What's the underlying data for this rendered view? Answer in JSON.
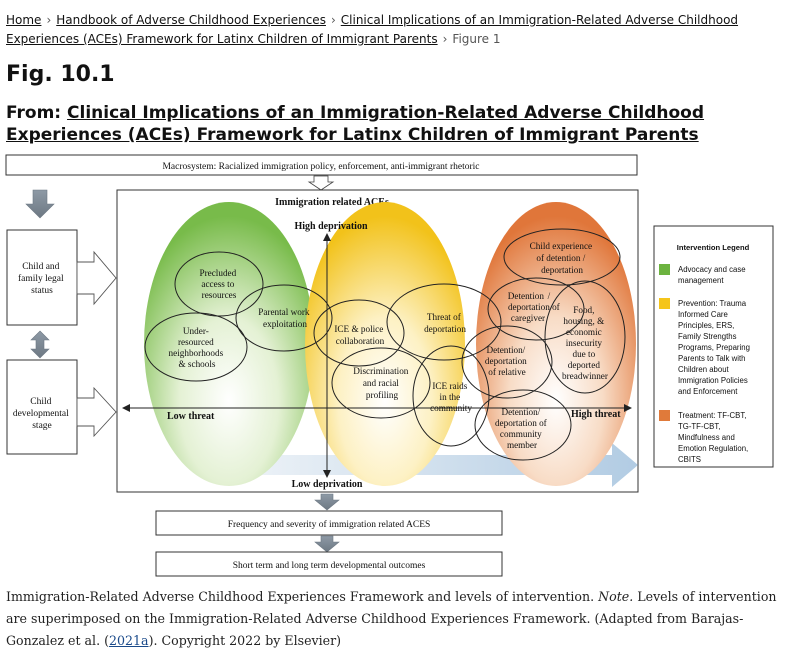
{
  "breadcrumb": {
    "home": "Home",
    "book": "Handbook of Adverse Childhood Experiences",
    "chapter": "Clinical Implications of an Immigration-Related Adverse Childhood Experiences (ACEs) Framework for Latinx Children of Immigrant Parents",
    "current": "Figure 1"
  },
  "figure": {
    "label": "Fig. 10.1",
    "from_prefix": "From:",
    "from_title": "Clinical Implications of an Immigration-Related Adverse Childhood Experiences (ACEs) Framework for Latinx Children of Immigrant Parents"
  },
  "diagram": {
    "macrosystem": "Macrosystem: Racialized immigration policy, enforcement, anti-immigrant rhetoric",
    "main_title": "Immigration related ACEs",
    "high_deprivation": "High deprivation",
    "low_deprivation": "Low deprivation",
    "low_threat": "Low threat",
    "high_threat": "High threat",
    "legal_status": [
      "Child and",
      "family legal",
      "status"
    ],
    "dev_stage": [
      "Child",
      "developmental",
      "stage"
    ],
    "frequency": "Frequency and severity of immigration related ACES",
    "outcomes": "Short term and long term developmental outcomes",
    "bubbles": {
      "precluded": [
        "Precluded",
        "access to",
        "resources"
      ],
      "under_resourced": [
        "Under-",
        "resourced",
        "neighborhoods",
        "& schools"
      ],
      "parental_work": [
        "Parental work",
        "exploitation"
      ],
      "ice_police": [
        "ICE & police",
        "collaboration"
      ],
      "discrimination": [
        "Discrimination",
        "and racial",
        "profiling"
      ],
      "threat_deportation": [
        "Threat of",
        "deportation"
      ],
      "ice_raids": [
        "ICE raids",
        "in the",
        "community"
      ],
      "detention_relative": [
        "Detention/",
        "deportation",
        "of relative"
      ],
      "detention_caregiver": [
        "Detention",
        "/",
        "deportation of",
        "caregiver"
      ],
      "child_experience": [
        "Child experience",
        "of detention /",
        "deportation"
      ],
      "food_housing": [
        "Food,",
        "housing, &",
        "economic",
        "insecurity",
        "due to",
        "deported",
        "breadwinner"
      ],
      "detention_community": [
        "Detention/",
        "deportation of",
        "community",
        "member"
      ]
    },
    "legend": {
      "title": "Intervention Legend",
      "green_color": "#6cb33f",
      "yellow_color": "#f5c51a",
      "orange_color": "#e07a3a",
      "green": [
        "Advocacy and case",
        "management"
      ],
      "yellow": [
        "Prevention: Trauma",
        "Informed Care",
        "Principles, ERS,",
        "Family Strengths",
        "Programs, Preparing",
        "Parents to Talk with",
        "Children about",
        "Immigration Policies",
        "and Enforcement"
      ],
      "orange": [
        "Treatment: TF-CBT,",
        "TG-TF-CBT,",
        "Mindfulness and",
        "Emotion Regulation,",
        "CBITS"
      ]
    }
  },
  "caption": {
    "text1": "Immigration-Related Adverse Childhood Experiences Framework and levels of intervention. ",
    "note": "Note.",
    "text2": " Levels of intervention are superimposed on the Immigration-Related Adverse Childhood Experiences Framework. (Adapted from Barajas-Gonzalez et al. (",
    "cite": "2021a",
    "text3": "). Copyright 2022 by Elsevier)"
  }
}
